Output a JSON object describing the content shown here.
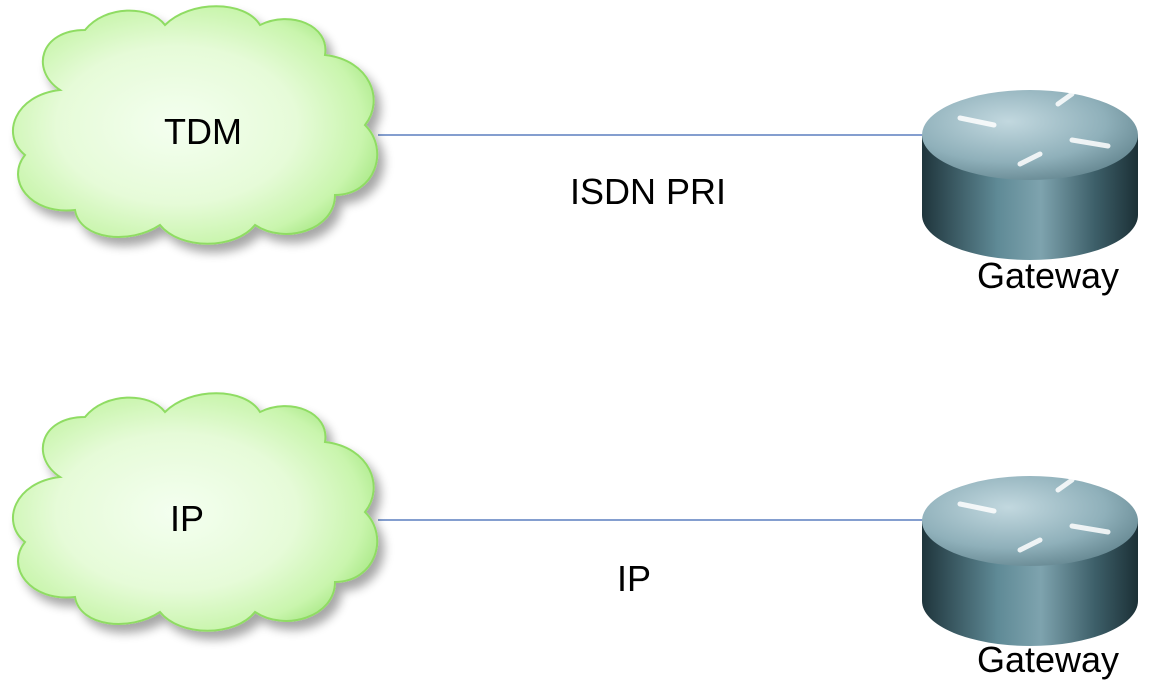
{
  "rows": [
    {
      "network": "TDM",
      "link": "ISDN PRI",
      "device": "Gateway"
    },
    {
      "network": "IP",
      "link": "IP",
      "device": "Gateway"
    }
  ],
  "colors": {
    "cloud_light": "#f4fff0",
    "cloud_mid": "#c9f5ad",
    "cloud_edge": "#8fdc63",
    "cloud_shadow": "#c8c8c8",
    "link_line": "#5b7fbf",
    "router_light": "#9ab8c2",
    "router_dark": "#243c44"
  },
  "icons": {
    "network": "cloud-icon",
    "device": "router-icon"
  }
}
